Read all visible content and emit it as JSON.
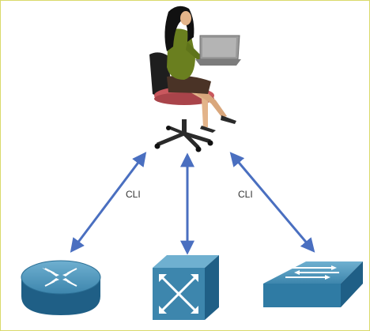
{
  "labels": {
    "left_link": "CLI",
    "right_link": "CLI"
  },
  "nodes": {
    "admin": "person-at-laptop",
    "router": "router-icon",
    "multilayer_switch": "multilayer-switch-icon",
    "workgroup_switch": "workgroup-switch-icon"
  },
  "colors": {
    "border": "#d9d96a",
    "arrow": "#4a6fc0",
    "device_top": "#4f95b8",
    "device_side": "#1f5f86",
    "shirt": "#6a7f1f",
    "chair": "#c9585e",
    "laptop": "#8e8e8e"
  }
}
